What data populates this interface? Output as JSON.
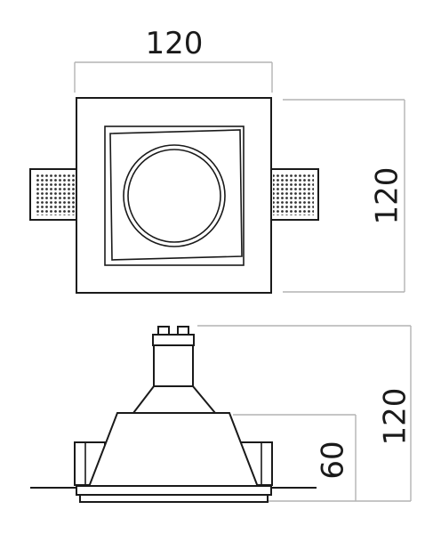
{
  "top_view": {
    "width_label": "120",
    "height_label": "120"
  },
  "side_view": {
    "total_height_label": "120",
    "body_height_label": "60"
  }
}
